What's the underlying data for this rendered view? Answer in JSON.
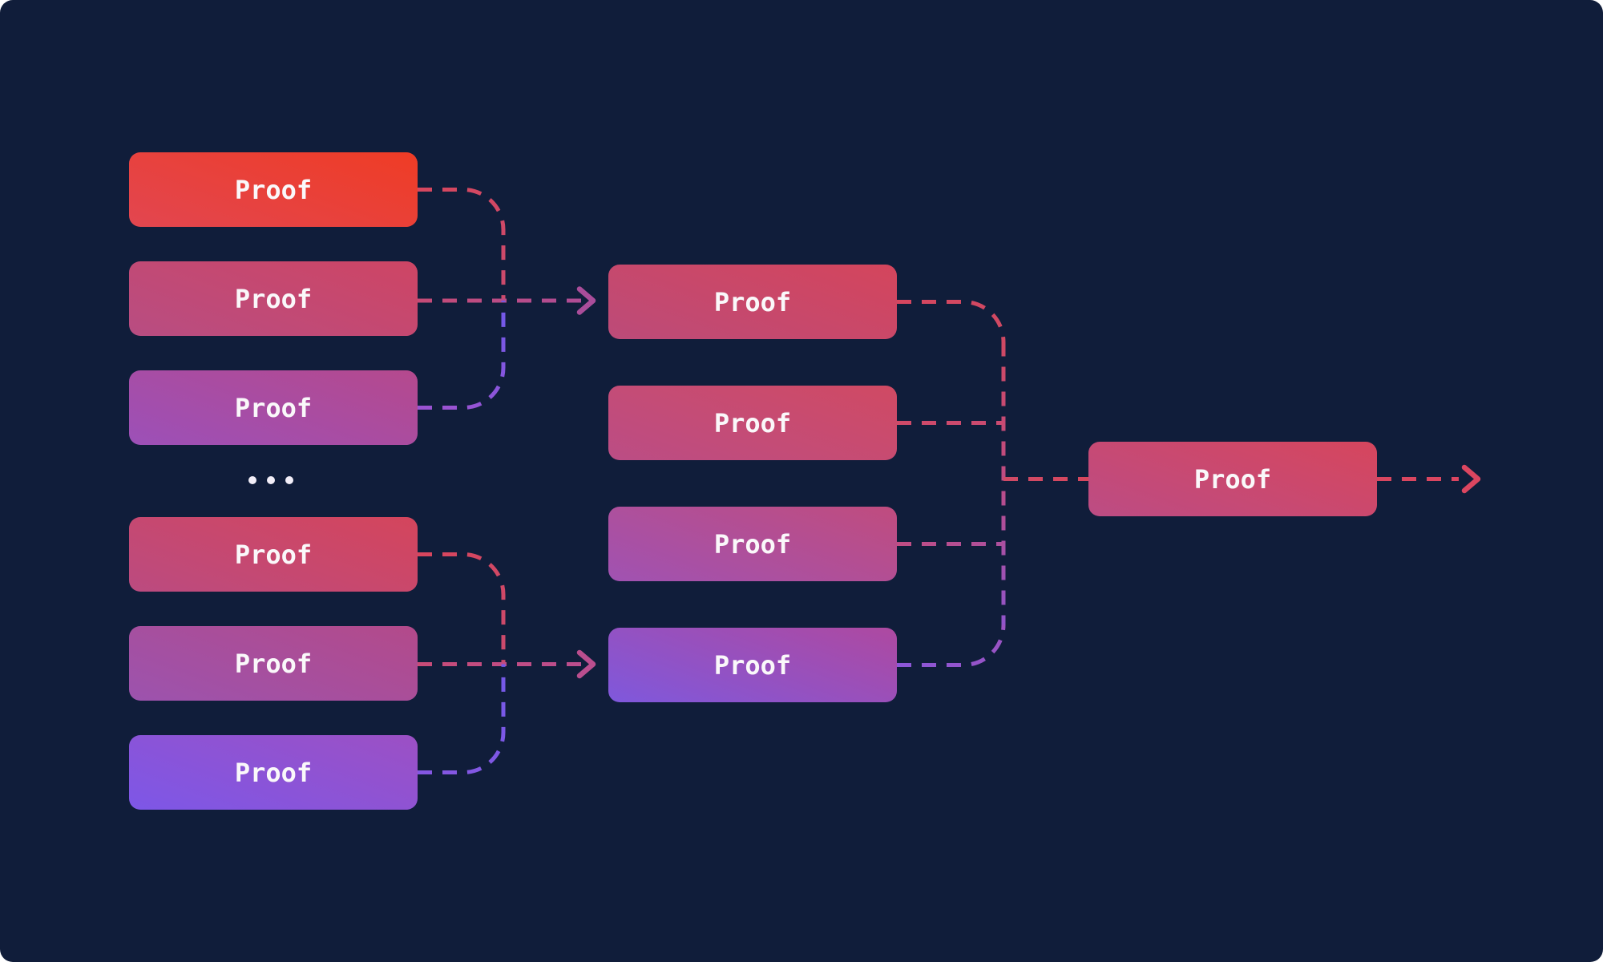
{
  "diagram": {
    "ellipsis": "...",
    "background_color": "#101d3a",
    "page_background": "#ffffff",
    "text_color": "#faf8fa",
    "connector_style": {
      "red_line": "#d6475f",
      "magenta_line": "#b94e90",
      "purple_line": "#7d58e4",
      "group1_arrow_color": "#aa4d9a",
      "group2_arrow_color": "#ba4e8e",
      "final_arrow_color": "#dc4660"
    }
  },
  "nodes": {
    "l1": {
      "label": "Proof",
      "color_top": "#ef3c25",
      "color_bottom": "#e24650"
    },
    "l2": {
      "label": "Proof",
      "color_top": "#ce4564",
      "color_bottom": "#b84d82"
    },
    "l3": {
      "label": "Proof",
      "color_top": "#b5498d",
      "color_bottom": "#9c50b8"
    },
    "l4": {
      "label": "Proof",
      "color_top": "#d4455c",
      "color_bottom": "#bb4b80"
    },
    "l5": {
      "label": "Proof",
      "color_top": "#b34a8a",
      "color_bottom": "#9c53ae"
    },
    "l6": {
      "label": "Proof",
      "color_top": "#9c50c4",
      "color_bottom": "#7d57e7"
    },
    "m1": {
      "label": "Proof",
      "color_top": "#d4455c",
      "color_bottom": "#bc4b79"
    },
    "m2": {
      "label": "Proof",
      "color_top": "#d04a63",
      "color_bottom": "#bb4d85"
    },
    "m3": {
      "label": "Proof",
      "color_top": "#c04c7e",
      "color_bottom": "#a052b2"
    },
    "m4": {
      "label": "Proof",
      "color_top": "#ae49a0",
      "color_bottom": "#7f58dc"
    },
    "f1": {
      "label": "Proof",
      "color_top": "#d6465d",
      "color_bottom": "#bc4c84"
    }
  }
}
